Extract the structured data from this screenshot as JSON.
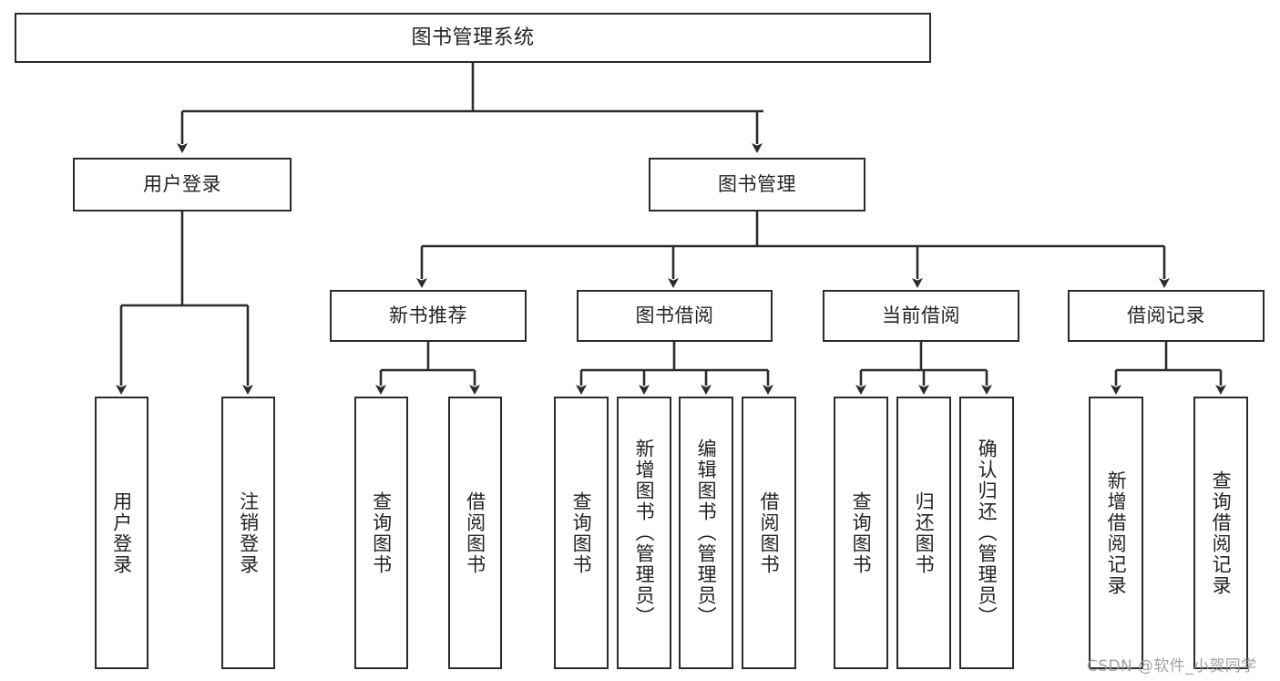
{
  "diagram": {
    "type": "tree-hierarchy",
    "title": "图书管理系统",
    "background": "#ffffff",
    "line_color": "#2b2b2b",
    "text_color": "#232323",
    "watermark": "CSDN @软件_小贺同学",
    "nodes": {
      "root": {
        "label": "图书管理系统",
        "orientation": "horizontal"
      },
      "l2": [
        {
          "label": "用户登录",
          "orientation": "horizontal"
        },
        {
          "label": "图书管理",
          "orientation": "horizontal"
        }
      ],
      "l3": [
        {
          "label": "新书推荐",
          "orientation": "horizontal"
        },
        {
          "label": "图书借阅",
          "orientation": "horizontal"
        },
        {
          "label": "当前借阅",
          "orientation": "horizontal"
        },
        {
          "label": "借阅记录",
          "orientation": "horizontal"
        }
      ],
      "login_leaves": [
        {
          "label": "用户登录",
          "orientation": "vertical"
        },
        {
          "label": "注销登录",
          "orientation": "vertical"
        }
      ],
      "newbook_leaves": [
        {
          "label": "查询图书",
          "orientation": "vertical"
        },
        {
          "label": "借阅图书",
          "orientation": "vertical"
        }
      ],
      "borrow_leaves": [
        {
          "label": "查询图书",
          "orientation": "vertical"
        },
        {
          "label": "新增图书（管理员）",
          "orientation": "vertical"
        },
        {
          "label": "编辑图书（管理员）",
          "orientation": "vertical"
        },
        {
          "label": "借阅图书",
          "orientation": "vertical"
        }
      ],
      "current_leaves": [
        {
          "label": "查询图书",
          "orientation": "vertical"
        },
        {
          "label": "归还图书",
          "orientation": "vertical"
        },
        {
          "label": "确认归还（管理员）",
          "orientation": "vertical"
        }
      ],
      "record_leaves": [
        {
          "label": "新增借阅记录",
          "orientation": "vertical"
        },
        {
          "label": "查询借阅记录",
          "orientation": "vertical"
        }
      ]
    }
  }
}
